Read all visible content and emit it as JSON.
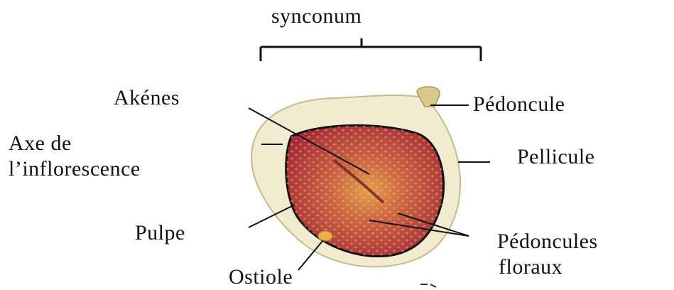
{
  "labels": {
    "synconum": "synconum",
    "akenes": "Akénes",
    "pedoncule": "Pédoncule",
    "axe_line1": "Axe de",
    "axe_line2": "l’inflorescence",
    "pellicule": "Pellicule",
    "pulpe": "Pulpe",
    "pedoncules_line1": "Pédoncules",
    "pedoncules_line2": "floraux",
    "ostiole": "Ostiole"
  },
  "colors": {
    "skin": "#f1ecd0",
    "pulp": "#b8353f",
    "seed": "#e9b35a",
    "line": "#111111"
  }
}
